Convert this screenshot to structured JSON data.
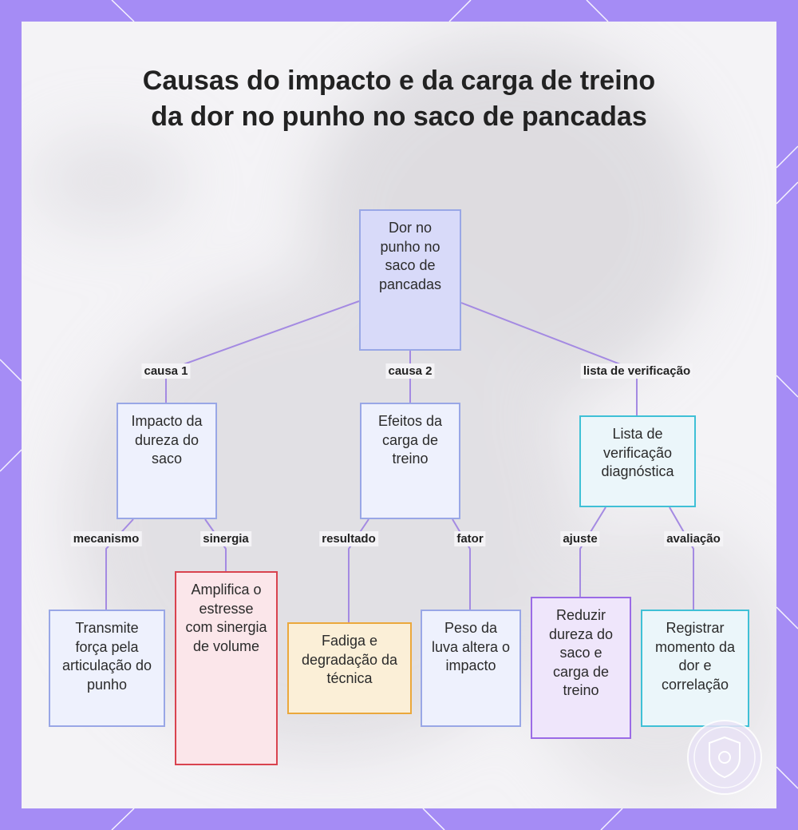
{
  "diagram": {
    "title": "Causas do impacto e da carga de treino da dor no punho no saco de pancadas",
    "colors": {
      "frame": "#a58cf5",
      "panel": "#f4f3f6",
      "link": "#a48ae2",
      "root": "#d8daf9",
      "blue_light": "#eef1fd",
      "blue_border": "#99a7e6",
      "teal_border": "#3fc0d6",
      "teal_fill": "#ebf6fa",
      "red_border": "#d9434f",
      "red_fill": "#fbe6ea",
      "orange_border": "#eba83c",
      "orange_fill": "#fbefd7",
      "purple_border": "#9b6be6",
      "purple_fill": "#efe6fb"
    },
    "nodes": [
      {
        "id": "root",
        "label": "Dor no punho no saco de pancadas"
      },
      {
        "id": "impacto",
        "label": "Impacto da dureza do saco"
      },
      {
        "id": "efeitos",
        "label": "Efeitos da carga de treino"
      },
      {
        "id": "lista",
        "label": "Lista de verificação diagnóstica"
      },
      {
        "id": "transmite",
        "label": "Transmite força pela articulação do punho"
      },
      {
        "id": "amplifica",
        "label": "Amplifica o estresse com sinergia de volume"
      },
      {
        "id": "fadiga",
        "label": "Fadiga e degradação da técnica"
      },
      {
        "id": "peso",
        "label": "Peso da luva altera o impacto"
      },
      {
        "id": "reduzir",
        "label": "Reduzir dureza do saco e carga de treino"
      },
      {
        "id": "registrar",
        "label": "Registrar momento da dor e correlação"
      }
    ],
    "edges": [
      {
        "from": "root",
        "to": "impacto",
        "label": "causa 1"
      },
      {
        "from": "root",
        "to": "efeitos",
        "label": "causa 2"
      },
      {
        "from": "root",
        "to": "lista",
        "label": "lista de verificação"
      },
      {
        "from": "impacto",
        "to": "transmite",
        "label": "mecanismo"
      },
      {
        "from": "impacto",
        "to": "amplifica",
        "label": "sinergia"
      },
      {
        "from": "efeitos",
        "to": "fadiga",
        "label": "resultado"
      },
      {
        "from": "efeitos",
        "to": "peso",
        "label": "fator"
      },
      {
        "from": "lista",
        "to": "reduzir",
        "label": "ajuste"
      },
      {
        "from": "lista",
        "to": "registrar",
        "label": "avaliação"
      }
    ]
  }
}
